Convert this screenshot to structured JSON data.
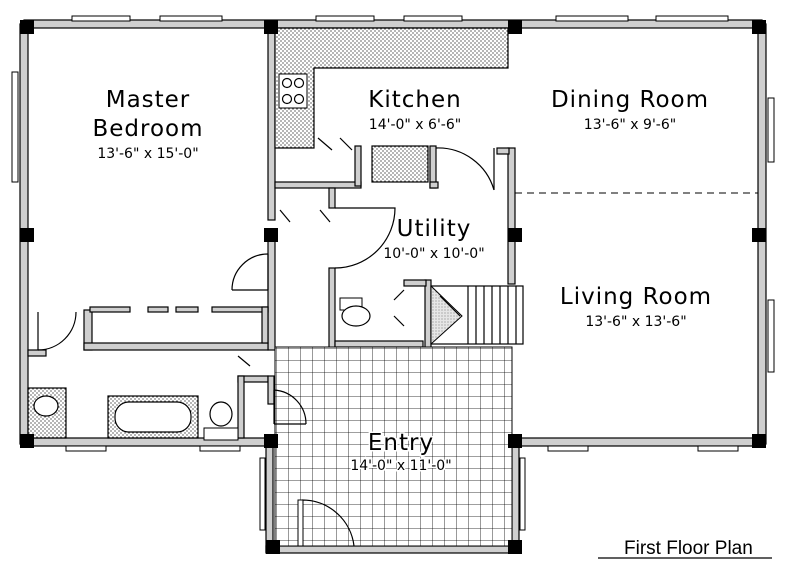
{
  "plan_title": "First Floor Plan",
  "rooms": {
    "master_bedroom": {
      "name_line1": "Master",
      "name_line2": "Bedroom",
      "dims": "13'-6\" x 15'-0\""
    },
    "kitchen": {
      "name": "Kitchen",
      "dims": "14'-0\" x 6'-6\""
    },
    "dining_room": {
      "name": "Dining Room",
      "dims": "13'-6\" x 9'-6\""
    },
    "utility": {
      "name": "Utility",
      "dims": "10'-0\" x 10'-0\""
    },
    "living_room": {
      "name": "Living Room",
      "dims": "13'-6\" x 13'-6\""
    },
    "entry": {
      "name": "Entry",
      "dims": "14'-0\" x 11'-0\""
    }
  }
}
